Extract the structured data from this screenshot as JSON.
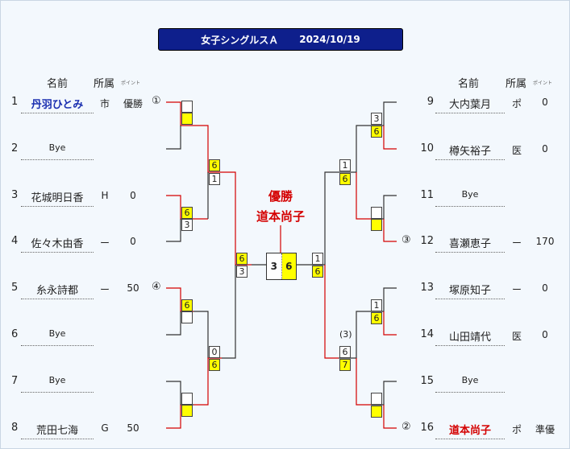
{
  "title": {
    "event": "女子シングルスＡ",
    "date": "2024/10/19"
  },
  "headers": {
    "name": "名前",
    "affiliation": "所属",
    "points": "ポイント"
  },
  "champion": {
    "label": "優勝",
    "name": "道本尚子"
  },
  "final": {
    "left": "3",
    "right": "6"
  },
  "left_players": [
    {
      "num": "1",
      "name": "丹羽ひとみ",
      "aff": "市",
      "pt": "優勝",
      "seed": "①",
      "style": "blue"
    },
    {
      "num": "2",
      "name": "Bye",
      "aff": "",
      "pt": "",
      "seed": "",
      "style": "bye"
    },
    {
      "num": "3",
      "name": "花城明日香",
      "aff": "H",
      "pt": "0",
      "seed": "",
      "style": ""
    },
    {
      "num": "4",
      "name": "佐々木由香",
      "aff": "ー",
      "pt": "0",
      "seed": "",
      "style": ""
    },
    {
      "num": "5",
      "name": "糸永詩都",
      "aff": "ー",
      "pt": "50",
      "seed": "④",
      "style": ""
    },
    {
      "num": "6",
      "name": "Bye",
      "aff": "",
      "pt": "",
      "seed": "",
      "style": "bye"
    },
    {
      "num": "7",
      "name": "Bye",
      "aff": "",
      "pt": "",
      "seed": "",
      "style": "bye"
    },
    {
      "num": "8",
      "name": "荒田七海",
      "aff": "G",
      "pt": "50",
      "seed": "",
      "style": ""
    }
  ],
  "right_players": [
    {
      "num": "9",
      "name": "大内葉月",
      "aff": "ポ",
      "pt": "0",
      "seed": "",
      "style": ""
    },
    {
      "num": "10",
      "name": "樽矢裕子",
      "aff": "医",
      "pt": "0",
      "seed": "",
      "style": ""
    },
    {
      "num": "11",
      "name": "Bye",
      "aff": "",
      "pt": "",
      "seed": "",
      "style": "bye"
    },
    {
      "num": "12",
      "name": "喜瀬恵子",
      "aff": "ー",
      "pt": "170",
      "seed": "③",
      "style": ""
    },
    {
      "num": "13",
      "name": "塚原知子",
      "aff": "ー",
      "pt": "0",
      "seed": "",
      "style": ""
    },
    {
      "num": "14",
      "name": "山田靖代",
      "aff": "医",
      "pt": "0",
      "seed": "",
      "style": ""
    },
    {
      "num": "15",
      "name": "Bye",
      "aff": "",
      "pt": "",
      "seed": "",
      "style": "bye"
    },
    {
      "num": "16",
      "name": "道本尚子",
      "aff": "ポ",
      "pt": "準優",
      "seed": "②",
      "style": "red"
    }
  ],
  "scores": {
    "l_r1_m1": [
      "",
      ""
    ],
    "l_r1_m2": [
      "6",
      "3"
    ],
    "l_r1_m3": [
      "6",
      ""
    ],
    "l_r1_m4": [
      "",
      ""
    ],
    "l_r2_m1": [
      "6",
      "1"
    ],
    "l_r2_m2": [
      "0",
      "6"
    ],
    "l_sf": [
      "6",
      "3"
    ],
    "r_r1_m1": [
      "3",
      "6"
    ],
    "r_r1_m2": [
      "",
      ""
    ],
    "r_r1_m3": [
      "1",
      "6"
    ],
    "r_r1_m4": [
      "",
      ""
    ],
    "r_r2_m1": [
      "1",
      "6"
    ],
    "r_r2_m2": [
      "6",
      "7"
    ],
    "r_sf": [
      "1",
      "6"
    ]
  },
  "notes": {
    "r_r2_m2_seed": "(3)"
  }
}
